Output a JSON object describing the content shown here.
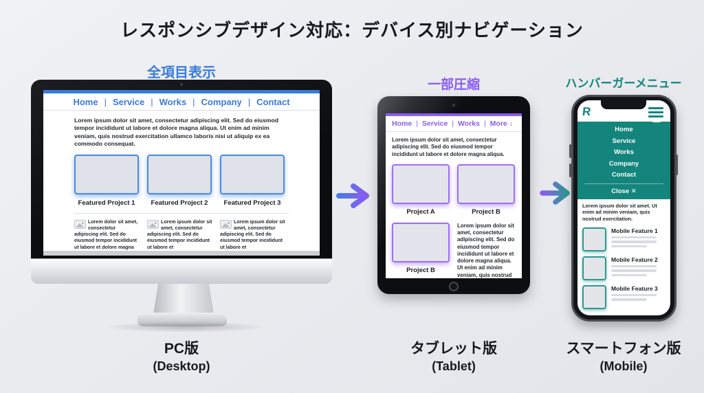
{
  "title": "レスポンシブデザイン対応：デバイス別ナビゲーション",
  "sep": "|",
  "colors": {
    "desktop_accent": "#3a7bdd",
    "tablet_accent": "#8a5cf0",
    "mobile_accent": "#14857c",
    "background": "#e8eaee"
  },
  "desktop": {
    "annotation": "全項目表示",
    "device_label": "PC版",
    "device_sublabel": "(Desktop)",
    "nav": [
      "Home",
      "Service",
      "Works",
      "Company",
      "Contact"
    ],
    "intro_text": "Lorem ipsum dolor sit amet, consectetur adipiscing elit. Sed do eiusmod tempor incididunt ut labore et dolore magna aliqua. Ut enim ad minim veniam, quis nostrud exercitation ullamco laboris nisi ut aliquip ex ea commodo consequat.",
    "projects": [
      "Featured Project 1",
      "Featured Project 2",
      "Featured Project 3"
    ],
    "articles": [
      "Lorem dolor sit amet, consectetur adipiscing elit. Sed do eiusmod tempor incididunt ut labore et dolore magna aliqua. Ut enim ad",
      "Lorem ipsum dolor sit amet, consectetur adipiscing elit. Sed do eiusmod tempor incididunt ut labore et",
      "Lorem ipsum dolor sit amet, consectetur adipiscing elit. Sed do eiusmod tempor incididunt ut labore et"
    ]
  },
  "tablet": {
    "annotation": "一部圧縮",
    "device_label": "タブレット版",
    "device_sublabel": "(Tablet)",
    "nav": [
      "Home",
      "Service",
      "Works",
      "More ↓"
    ],
    "intro_text": "Lorem ipsum dolor sit amet, consectetur adipiscing elit. Sed do eiusmod tempor incididunt ut labore et dolore magna aliqua.",
    "projects": [
      "Project A",
      "Project B"
    ],
    "bottom_project_label": "Project B",
    "bottom_text": "Lorem ipsum dolor sit amet, consectetur adipiscing elit. Sed do eiusmod tempor incididunt ut labore et dolore magna aliqua. Ut enim ad minim veniam, quis nostrud exercitation ullamco"
  },
  "mobile": {
    "annotation": "ハンバーガーメニュー",
    "device_label": "スマートフォン版",
    "device_sublabel": "(Mobile)",
    "logo": "R",
    "menu_items": [
      "Home",
      "Service",
      "Works",
      "Company",
      "Contact"
    ],
    "close_label": "Close ✕",
    "intro_text": "Lorem ipsum dolor sit amet. Ut enim ad minim veniam, quis nostrud exercitation.",
    "features": [
      "Mobile Feature 1",
      "Mobile Feature 2",
      "Mobile Feature 3"
    ]
  }
}
